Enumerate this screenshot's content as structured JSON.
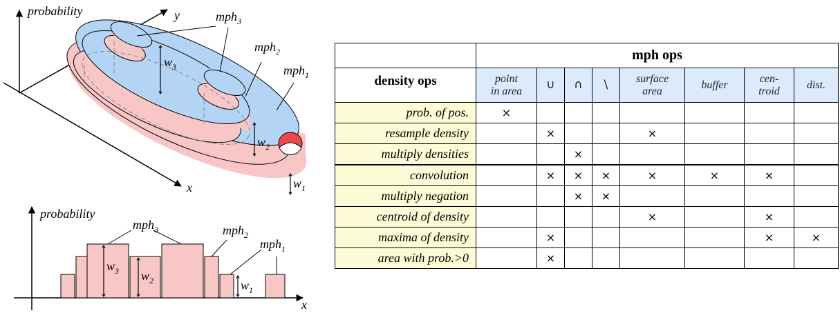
{
  "figure": {
    "top": {
      "y_axis_label": "probability",
      "dir_y": "y",
      "dir_x": "x",
      "mph3": "mph",
      "mph3_sub": "3",
      "mph2": "mph",
      "mph2_sub": "2",
      "mph1": "mph",
      "mph1_sub": "1",
      "w3": "w",
      "w3_sub": "3",
      "w2": "w",
      "w2_sub": "2",
      "w1": "w",
      "w1_sub": "1"
    },
    "bottom": {
      "y_axis_label": "probability",
      "x_label": "x",
      "mph3": "mph",
      "mph3_sub": "3",
      "mph2": "mph",
      "mph2_sub": "2",
      "mph1": "mph",
      "mph1_sub": "1",
      "w3": "w",
      "w3_sub": "3",
      "w2": "w",
      "w2_sub": "2",
      "w1": "w",
      "w1_sub": "1"
    },
    "colors": {
      "top_face": "#b3d4f5",
      "side_face": "#f9c6c6",
      "hole": "#f04848",
      "outline": "#000000"
    }
  },
  "table": {
    "mph_ops_title": "mph ops",
    "density_ops_title": "density ops",
    "columns": [
      [
        "point",
        "in area"
      ],
      [
        "∪"
      ],
      [
        "∩"
      ],
      [
        "\\"
      ],
      [
        "surface",
        "area"
      ],
      [
        "buffer"
      ],
      [
        "cen-",
        "troid"
      ],
      [
        "dist."
      ]
    ],
    "rows": [
      {
        "label": "prob. of pos.",
        "cells": [
          "×",
          "",
          "",
          "",
          "",
          "",
          "",
          ""
        ]
      },
      {
        "label": "resample density",
        "cells": [
          "",
          "×",
          "",
          "",
          "×",
          "",
          "",
          ""
        ]
      },
      {
        "label": "multiply densities",
        "cells": [
          "",
          "",
          "×",
          "",
          "",
          "",
          "",
          ""
        ]
      },
      {
        "label": "convolution",
        "cells": [
          "",
          "×",
          "×",
          "×",
          "×",
          "×",
          "×",
          ""
        ]
      },
      {
        "label": "multiply negation",
        "cells": [
          "",
          "",
          "×",
          "×",
          "",
          "",
          "",
          ""
        ]
      },
      {
        "label": "centroid of density",
        "cells": [
          "",
          "",
          "",
          "",
          "×",
          "",
          "×",
          ""
        ]
      },
      {
        "label": "maxima of density",
        "cells": [
          "",
          "×",
          "",
          "",
          "",
          "",
          "×",
          "×"
        ]
      },
      {
        "label": "area with prob.>0",
        "cells": [
          "",
          "×",
          "",
          "",
          "",
          "",
          "",
          ""
        ]
      }
    ],
    "colors": {
      "header_bg": "#dcebfb",
      "row_label_bg": "#fdfbd6"
    }
  }
}
